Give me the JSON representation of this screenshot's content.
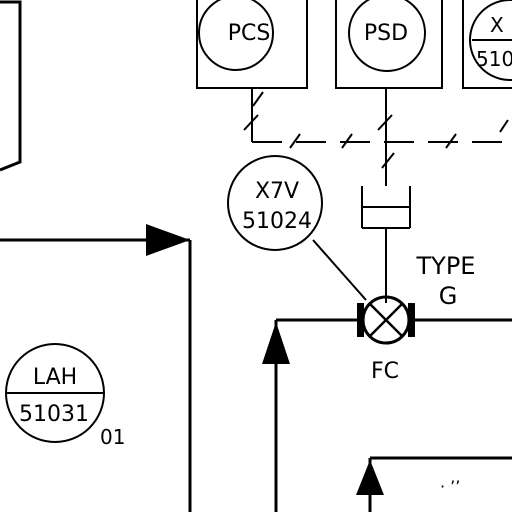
{
  "instruments": {
    "pcs": {
      "label": "PCS"
    },
    "psd": {
      "label": "PSD"
    },
    "x_partial": {
      "top": "X",
      "bottom": "510"
    },
    "zsv": {
      "top": "X7V",
      "bottom": "51024"
    },
    "lah": {
      "top": "LAH",
      "bottom": "51031",
      "suffix": "01"
    }
  },
  "valve": {
    "type_line1": "TYPE",
    "type_line2": "G",
    "action": "FC"
  },
  "misc": {
    "fragment": "·  ’’"
  },
  "colors": {
    "line": "#000000",
    "background": "#ffffff"
  }
}
